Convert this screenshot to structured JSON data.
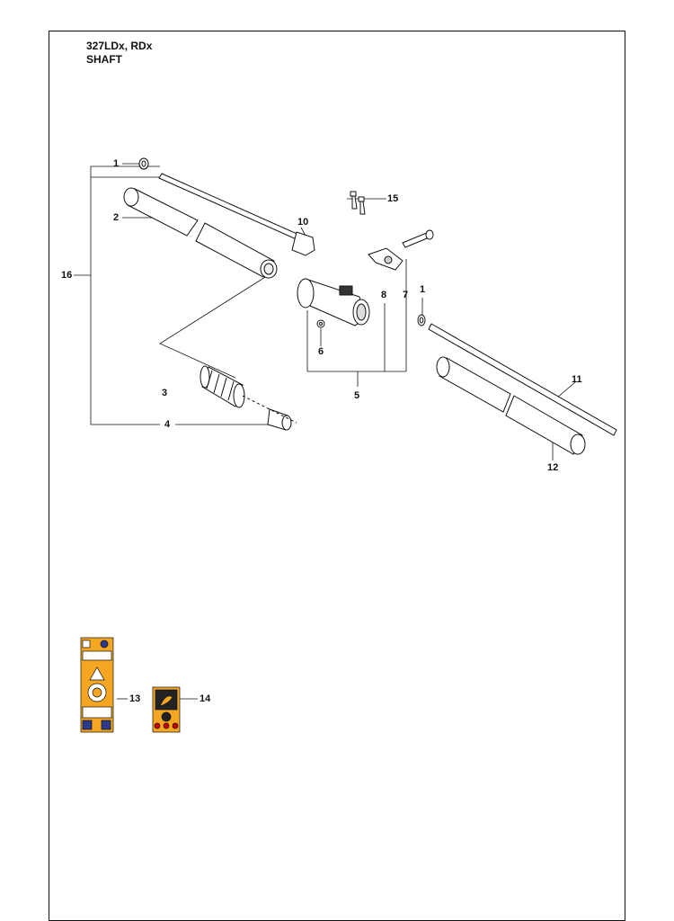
{
  "header": {
    "model": "327LDx, RDx",
    "section": "SHAFT"
  },
  "callouts": {
    "p1a": "1",
    "p1b": "1",
    "p2": "2",
    "p3": "3",
    "p4": "4",
    "p5": "5",
    "p6": "6",
    "p7": "7",
    "p8": "8",
    "p10": "10",
    "p11": "11",
    "p12": "12",
    "p13": "13",
    "p14": "14",
    "p15": "15",
    "p16": "16"
  },
  "colors": {
    "line": "#111111",
    "label_bg": "#f5a623",
    "label_dark": "#222222"
  }
}
